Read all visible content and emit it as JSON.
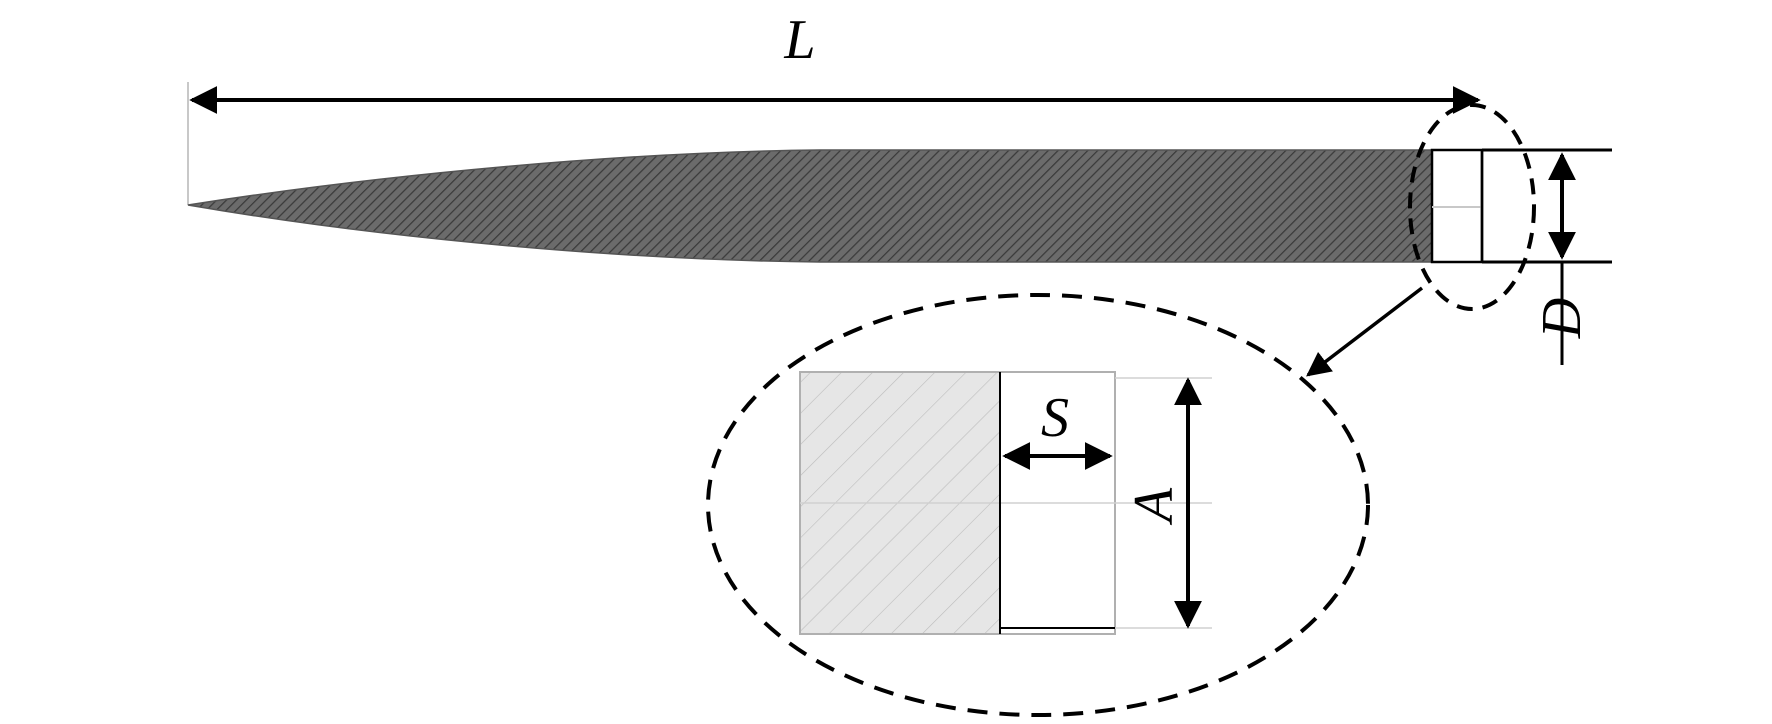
{
  "labels": {
    "length": "L",
    "diameter": "D",
    "slot_width": "S",
    "slot_height": "A"
  },
  "colors": {
    "body_fill": "#6b6b6b",
    "hatch_line": "#3a3a3a",
    "detail_fill": "#e6e6e6",
    "detail_hatch": "#bdbdbd",
    "outline": "#000000",
    "guide_line": "#c8c8c8"
  }
}
